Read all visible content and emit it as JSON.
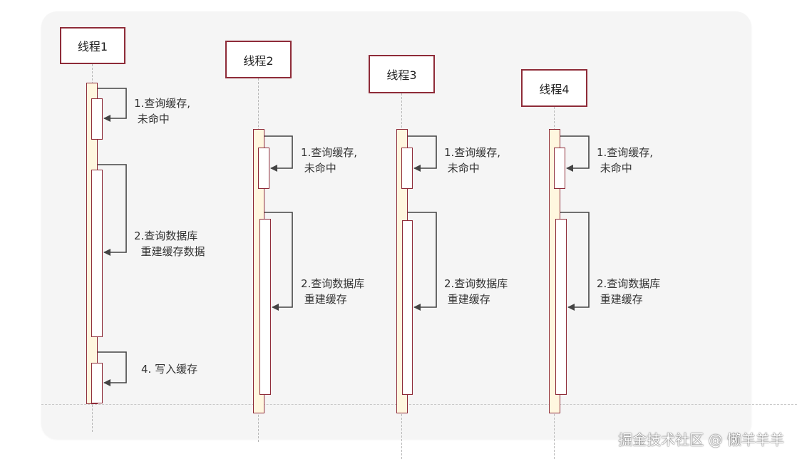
{
  "threads": [
    {
      "title": "线程1"
    },
    {
      "title": "线程2"
    },
    {
      "title": "线程3"
    },
    {
      "title": "线程4"
    }
  ],
  "messages": {
    "t1_query": "1.查询缓存,\n 未命中",
    "t1_db": "2.查询数据库\n  重建缓存数据",
    "t1_write": "4. 写入缓存",
    "t2_query": "1.查询缓存,\n 未命中",
    "t2_db": "2.查询数据库\n 重建缓存",
    "t3_query": "1.查询缓存,\n 未命中",
    "t3_db": "2.查询数据库\n 重建缓存",
    "t4_query": "1.查询缓存,\n 未命中",
    "t4_db": "2.查询数据库\n 重建缓存"
  },
  "watermark": "掘金技术社区 @ 懒羊羊羊",
  "colors": {
    "border": "#8e2b38",
    "bar_fill": "#fff7df",
    "arrow": "#444444",
    "panel": "#f5f5f5"
  }
}
